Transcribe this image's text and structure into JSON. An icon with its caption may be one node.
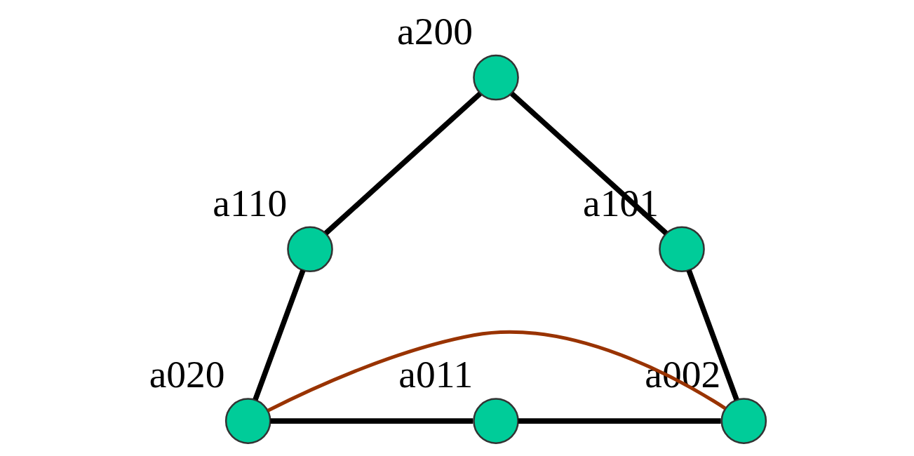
{
  "diagram": {
    "nodes": [
      {
        "text": [],
        "shape": "circle",
        "beside": [
          "a200"
        ]
      },
      {
        "text": [],
        "shape": "circle",
        "beside": [
          "a110"
        ]
      },
      {
        "text": [],
        "shape": "circle",
        "beside": [
          "a101"
        ]
      },
      {
        "text": [],
        "shape": "circle",
        "beside": [
          "a020"
        ]
      },
      {
        "text": [],
        "shape": "circle",
        "beside": [
          "a011"
        ]
      },
      {
        "text": [],
        "shape": "circle",
        "beside": [
          "a002"
        ]
      }
    ],
    "edges": [
      {
        "from": 0,
        "to": 1,
        "arrow": "none"
      },
      {
        "from": 1,
        "to": 3,
        "arrow": "none"
      },
      {
        "from": 0,
        "to": 2,
        "arrow": "none"
      },
      {
        "from": 2,
        "to": 5,
        "arrow": "none"
      },
      {
        "from": 3,
        "to": 4,
        "arrow": "none"
      },
      {
        "from": 4,
        "to": 5,
        "arrow": "none"
      },
      {
        "from": 3,
        "to": 5,
        "arrow": "none",
        "color": "#993300"
      }
    ]
  }
}
